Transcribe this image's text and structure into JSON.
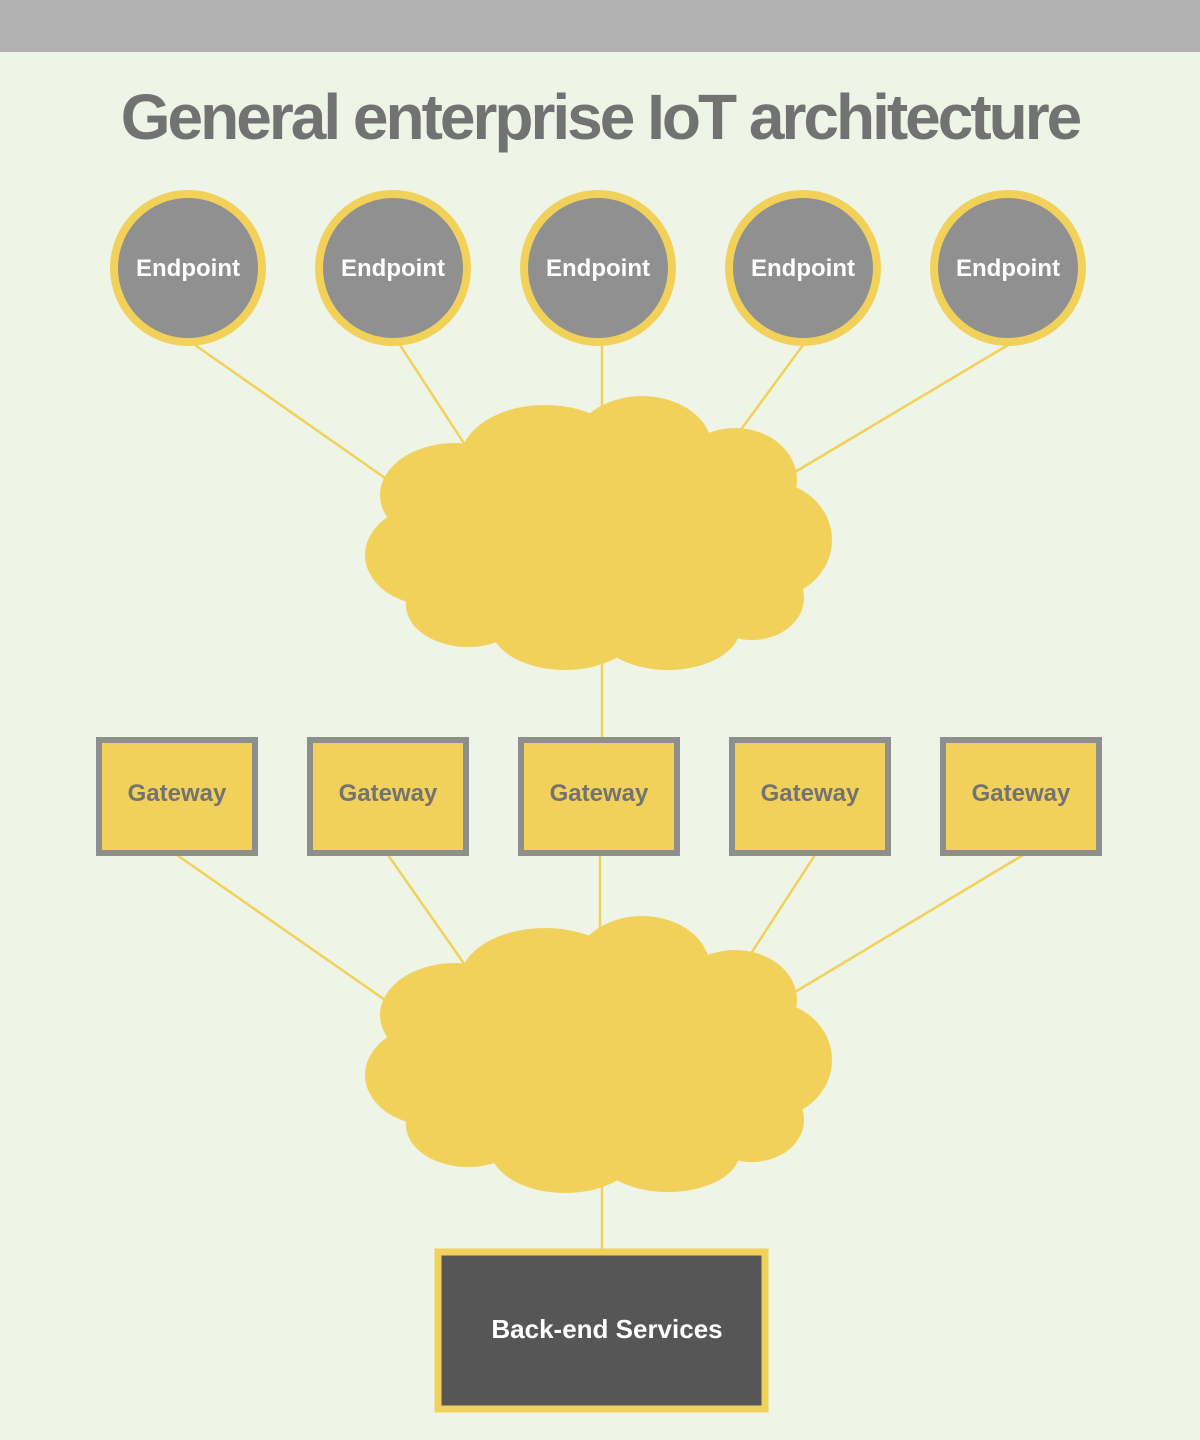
{
  "title": "General enterprise IoT architecture",
  "colors": {
    "background": "#eef4e6",
    "top_bar": "#b2b2b2",
    "accent_yellow": "#f2d15b",
    "node_gray": "#909090",
    "gateway_border": "#8e8e8e",
    "backend_fill": "#565656",
    "title_text": "#727272"
  },
  "endpoints": [
    {
      "label": "Endpoint"
    },
    {
      "label": "Endpoint"
    },
    {
      "label": "Endpoint"
    },
    {
      "label": "Endpoint"
    },
    {
      "label": "Endpoint"
    }
  ],
  "gateways": [
    {
      "label": "Gateway"
    },
    {
      "label": "Gateway"
    },
    {
      "label": "Gateway"
    },
    {
      "label": "Gateway"
    },
    {
      "label": "Gateway"
    }
  ],
  "backend": {
    "label": "Back-end Services"
  },
  "clouds": [
    {
      "name": "network-cloud-upper",
      "icon": "cloud-icon"
    },
    {
      "name": "network-cloud-lower",
      "icon": "cloud-icon"
    }
  ],
  "connections": [
    {
      "from": "endpoint-1",
      "to": "network-cloud-upper"
    },
    {
      "from": "endpoint-2",
      "to": "network-cloud-upper"
    },
    {
      "from": "endpoint-3",
      "to": "network-cloud-upper"
    },
    {
      "from": "endpoint-4",
      "to": "network-cloud-upper"
    },
    {
      "from": "endpoint-5",
      "to": "network-cloud-upper"
    },
    {
      "from": "network-cloud-upper",
      "to": "gateway-3"
    },
    {
      "from": "gateway-1",
      "to": "network-cloud-lower"
    },
    {
      "from": "gateway-2",
      "to": "network-cloud-lower"
    },
    {
      "from": "gateway-3",
      "to": "network-cloud-lower"
    },
    {
      "from": "gateway-4",
      "to": "network-cloud-lower"
    },
    {
      "from": "gateway-5",
      "to": "network-cloud-lower"
    },
    {
      "from": "network-cloud-lower",
      "to": "backend-services"
    }
  ]
}
